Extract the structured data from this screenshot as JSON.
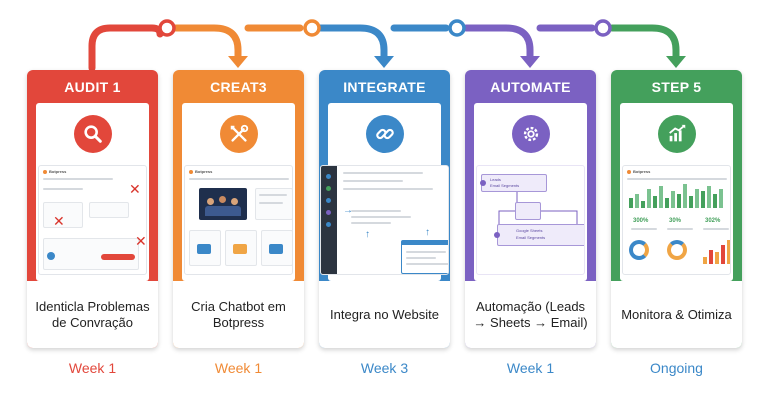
{
  "steps": [
    {
      "header": "AUDIT 1",
      "desc": "Identicla Problemas de Convração",
      "week": "Week 1",
      "color": "#e2473b",
      "icon": "magnifier-icon",
      "app": "Botpress"
    },
    {
      "header": "CREAT3",
      "desc": "Cria Chatbot em Botpress",
      "week": "Week 1",
      "color": "#f08a35",
      "icon": "wrench-screwdriver-icon",
      "app": "Botpress"
    },
    {
      "header": "INTEGRATE",
      "desc": "Integra no Website",
      "week": "Week 3",
      "color": "#3b88c8",
      "icon": "link-icon",
      "app": ""
    },
    {
      "header": "AUTOMATE",
      "desc": "Automação (Leads → Sheets → Email)",
      "week": "Week 1",
      "color": "#7b61c2",
      "icon": "gear-icon",
      "app": ""
    },
    {
      "header": "STEP 5",
      "desc": "Monitora & Otimiza",
      "week": "Ongoing",
      "color": "#44a05c",
      "icon": "growth-chart-icon",
      "app": "Botpress"
    }
  ],
  "mockups": {
    "automate_nodes": [
      "Leads",
      "Email Segments",
      "Google Sheets",
      "Email Segments"
    ],
    "monitor_stats": [
      "300%",
      "30%",
      "302%"
    ]
  }
}
